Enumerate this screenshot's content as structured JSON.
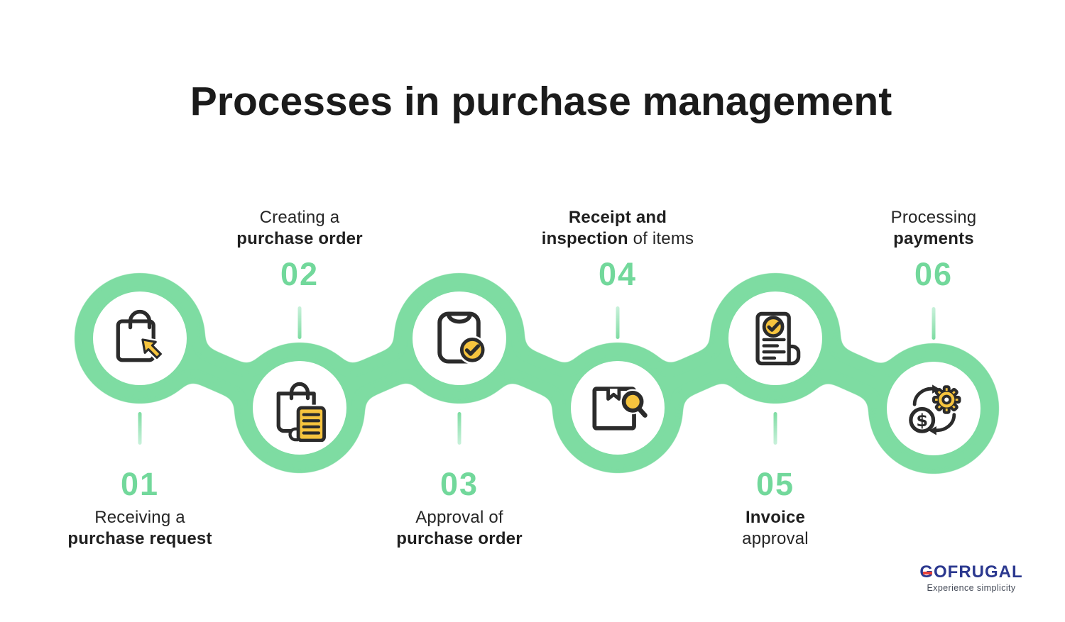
{
  "title": "Processes in purchase management",
  "steps": [
    {
      "number": "01",
      "icon": "shopping-bag-cursor-icon",
      "label_line1_bold": "",
      "label_line1_regular": "Receiving a",
      "label_line2_bold": "purchase request",
      "label_line2_regular": ""
    },
    {
      "number": "02",
      "icon": "shopping-bag-order-list-icon",
      "label_line1_bold": "",
      "label_line1_regular": "Creating a",
      "label_line2_bold": "purchase order",
      "label_line2_regular": ""
    },
    {
      "number": "03",
      "icon": "purchase-order-approved-icon",
      "label_line1_bold": "",
      "label_line1_regular": "Approval of",
      "label_line2_bold": "purchase order",
      "label_line2_regular": ""
    },
    {
      "number": "04",
      "icon": "package-inspection-magnifier-icon",
      "label_line1_bold": "Receipt and",
      "label_line1_regular": "",
      "label_line2_bold": "inspection",
      "label_line2_regular": " of items"
    },
    {
      "number": "05",
      "icon": "invoice-approved-icon",
      "label_line1_bold": "Invoice",
      "label_line1_regular": "",
      "label_line2_bold": "",
      "label_line2_regular": "approval"
    },
    {
      "number": "06",
      "icon": "payment-processing-gear-icon",
      "label_line1_bold": "",
      "label_line1_regular": "Processing",
      "label_line2_bold": "payments",
      "label_line2_regular": ""
    }
  ],
  "logo": {
    "brand": "GOFRUGAL",
    "tagline": "Experience simplicity"
  },
  "colors": {
    "chain_green": "#7EDCA2",
    "number_green": "#72D89B",
    "tick_fade": "#C9F1DB",
    "icon_stroke": "#2B2B2B",
    "icon_yellow": "#F6C43E",
    "logo_blue": "#2B388F",
    "logo_red": "#E8413A",
    "text_dark": "#262626",
    "title_color": "#1B1B1B",
    "tagline_color": "#454B58"
  }
}
